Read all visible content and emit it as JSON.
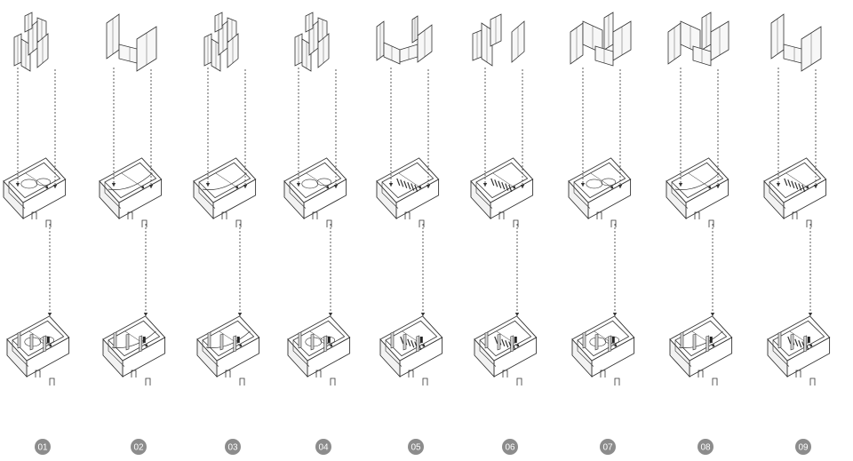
{
  "diagram": {
    "stages": [
      {
        "label": "01",
        "walls": "u-stack"
      },
      {
        "label": "02",
        "walls": "open-u"
      },
      {
        "label": "03",
        "walls": "u-stack"
      },
      {
        "label": "04",
        "walls": "u-stack"
      },
      {
        "label": "05",
        "walls": "curved-u"
      },
      {
        "label": "06",
        "walls": "zigzag"
      },
      {
        "label": "07",
        "walls": "grid"
      },
      {
        "label": "08",
        "walls": "grid"
      },
      {
        "label": "09",
        "walls": "open-u"
      }
    ],
    "colors": {
      "line": "#333333",
      "dash": "#333333",
      "badge": "#8c8c8c",
      "badge_text": "#ffffff",
      "wall_face": "#f7f7f7",
      "wall_side": "#d6d6d6"
    }
  }
}
